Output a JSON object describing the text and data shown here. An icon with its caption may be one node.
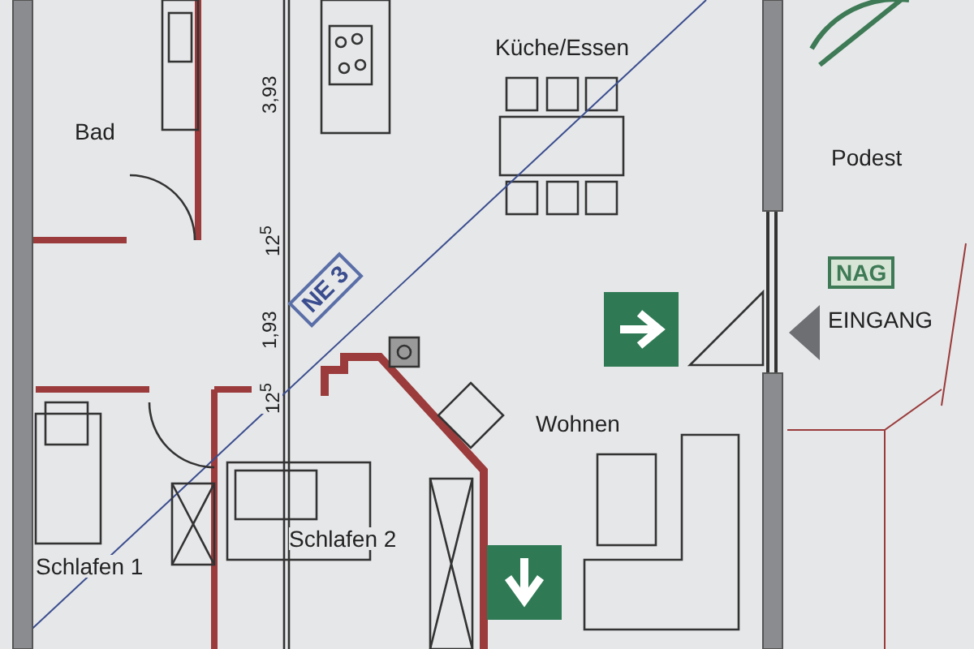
{
  "diagram": {
    "labels": [
      "Bad",
      "3,93",
      "Küche/Essen",
      "Podest",
      "12$^{5}$",
      "1,93",
      "NE 3",
      "NAG",
      "EINGANG",
      "12$^{5}$",
      "Wohnen",
      "Schlafen 1",
      "Schlafen 2"
    ]
  }
}
